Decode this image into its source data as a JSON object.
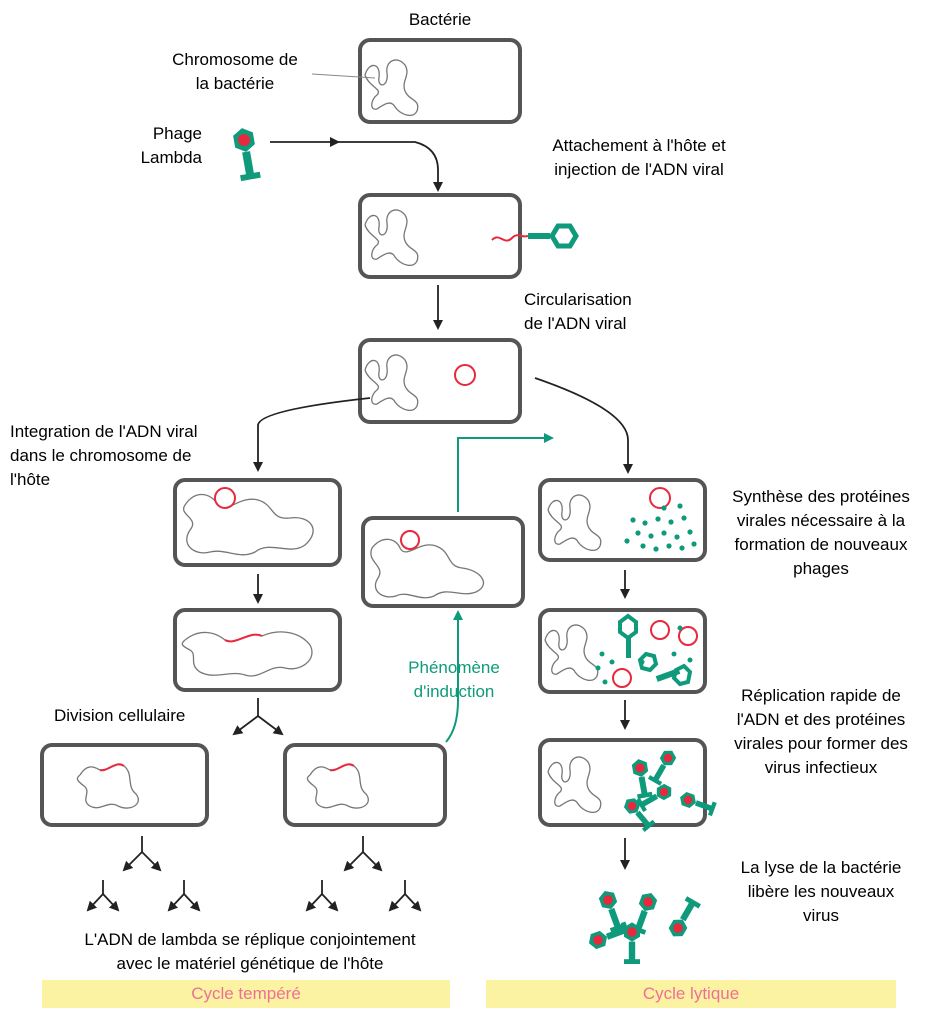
{
  "labels": {
    "bacterie": "Bactérie",
    "chromosome": "Chromosome de\nla bactérie",
    "phage": "Phage\nLambda",
    "attachement": "Attachement à l'hôte et\ninjection de l'ADN viral",
    "circularisation": "Circularisation\nde l'ADN viral",
    "integration": "Integration de l'ADN viral\ndans le chromosome de\nl'hôte",
    "synthese": "Synthèse des protéines\nvirales nécessaire à la\nformation de nouveaux\nphages",
    "induction": "Phénomène\nd'induction",
    "division": "Division cellulaire",
    "replication": "Réplication rapide de\nl'ADN et des protéines\nvirales pour former des\nvirus infectieux",
    "lyse": "La lyse de la bactérie\nlibère les nouveaux\nvirus",
    "conjointement": "L'ADN de lambda se réplique conjointement\navec le matériel génétique de l'hôte"
  },
  "banners": {
    "tempere": "Cycle tempéré",
    "lytique": "Cycle lytique"
  },
  "colors": {
    "cell_border": "#555555",
    "viral_dna": "#e8283c",
    "phage": "#0f9a7c",
    "banner_bg": "#fbf2a2",
    "banner_text": "#f06f97"
  }
}
